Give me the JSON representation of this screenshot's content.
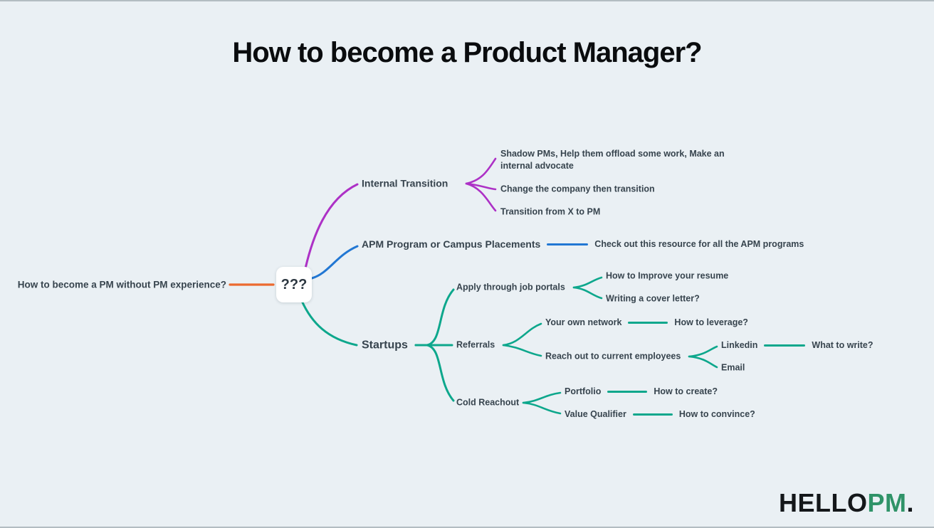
{
  "header": {
    "title": "How to become a Product Manager?"
  },
  "colors": {
    "background": "#eaf0f4",
    "text": "#37444e",
    "title_text": "#0a0c0e",
    "root_link": "#ec6a2f",
    "branch_internal": "#ad31c6",
    "branch_apm": "#2277d3",
    "branch_startups": "#0da78c",
    "logo_text": "#14171a",
    "logo_accent": "#2f9368"
  },
  "mindmap": {
    "root": {
      "label": "How to become a PM without PM experience?"
    },
    "center": {
      "label": "???"
    },
    "branches": [
      {
        "label": "Internal Transition",
        "color": "#ad31c6",
        "children": [
          {
            "label": "Shadow PMs, Help them offload some work, Make an internal advocate"
          },
          {
            "label": "Change the company then transition"
          },
          {
            "label": "Transition from X to PM"
          }
        ]
      },
      {
        "label": "APM Program or Campus Placements",
        "color": "#2277d3",
        "children": [
          {
            "label": "Check out this resource for all the APM programs"
          }
        ]
      },
      {
        "label": "Startups",
        "color": "#0da78c",
        "children": [
          {
            "label": "Apply through job portals",
            "children": [
              {
                "label": "How to Improve your resume"
              },
              {
                "label": "Writing a cover letter?"
              }
            ]
          },
          {
            "label": "Referrals",
            "children": [
              {
                "label": "Your own network",
                "children": [
                  {
                    "label": "How to leverage?"
                  }
                ]
              },
              {
                "label": "Reach out to current employees",
                "children": [
                  {
                    "label": "Linkedin",
                    "children": [
                      {
                        "label": "What to write?"
                      }
                    ]
                  },
                  {
                    "label": "Email"
                  }
                ]
              }
            ]
          },
          {
            "label": "Cold Reachout",
            "children": [
              {
                "label": "Portfolio",
                "children": [
                  {
                    "label": "How to create?"
                  }
                ]
              },
              {
                "label": "Value Qualifier",
                "children": [
                  {
                    "label": "How to convince?"
                  }
                ]
              }
            ]
          }
        ]
      }
    ]
  },
  "logo": {
    "hello": "HELLO",
    "pm": "PM",
    "dot": "."
  }
}
